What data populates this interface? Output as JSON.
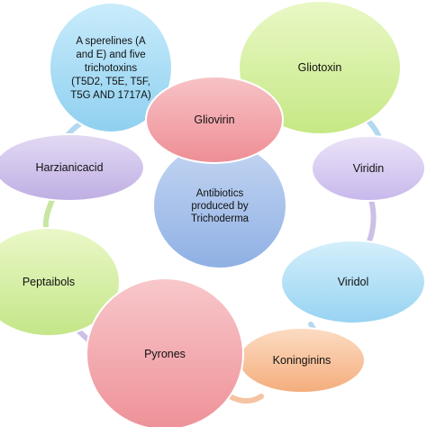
{
  "center": {
    "lines": [
      "Antibiotics",
      "produced by",
      "Trichoderma"
    ],
    "color": "#a9c3ea"
  },
  "nodes": [
    {
      "id": "asperelines",
      "lines": [
        "A sperelines (A",
        "and E) and five",
        "trichotoxins",
        "(T5D2, T5E, T5F,",
        "T5G AND 1717A)"
      ],
      "color": "#a8dcf4"
    },
    {
      "id": "gliovirin",
      "lines": [
        "Gliovirin"
      ],
      "color": "#f2a3a8"
    },
    {
      "id": "gliotoxin",
      "lines": [
        "Gliotoxin"
      ],
      "color": "#d6ef9e"
    },
    {
      "id": "harzianicacid",
      "lines": [
        "Harzianicacid"
      ],
      "color": "#cfc2ea"
    },
    {
      "id": "viridin",
      "lines": [
        "Viridin"
      ],
      "color": "#d9cdf0"
    },
    {
      "id": "peptaibols",
      "lines": [
        "Peptaibols"
      ],
      "color": "#d6efa2"
    },
    {
      "id": "viridol",
      "lines": [
        "Viridol"
      ],
      "color": "#b3e1f6"
    },
    {
      "id": "pyrones",
      "lines": [
        "Pyrones"
      ],
      "color": "#f3a9ad"
    },
    {
      "id": "koninginins",
      "lines": [
        "Koninginins"
      ],
      "color": "#f8c59f"
    }
  ],
  "connector_colors": [
    "#b3d8ef",
    "#c6e6a2",
    "#ccc0e6",
    "#f5c3a1"
  ]
}
